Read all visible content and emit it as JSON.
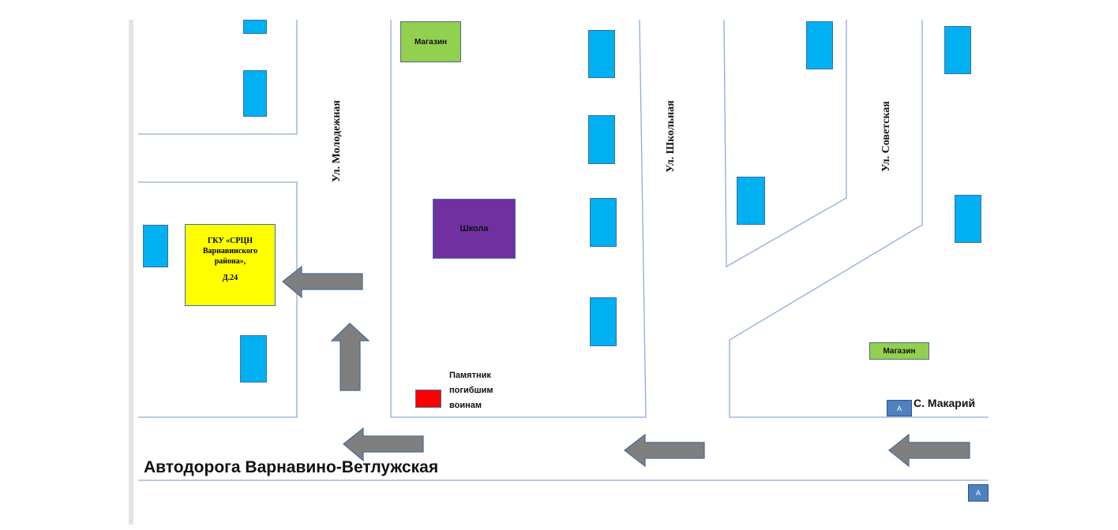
{
  "map": {
    "road_title": "Автодорога Варнавино-Ветлужская",
    "streets": {
      "molodezhnaya": "Ул. Молодежная",
      "shkolnaya": "Ул. Школьная",
      "sovetskaya": "Ул. Советская"
    },
    "destination": {
      "line1": "ГКУ «СРЦН",
      "line2": "Варнавинского",
      "line3": "района»,",
      "line4": "Д.24"
    },
    "school": "Школа",
    "shop_top": "Магазин",
    "shop_right": "Магазин",
    "monument": {
      "line1": "Памятник",
      "line2": "погибшим",
      "line3": "воинам"
    },
    "bus_stop_label": "С. Макарий",
    "bus_stop_icon": "А",
    "bus_stop_icon_bottom": "А"
  },
  "colors": {
    "destination": "#ffff00",
    "school": "#7030a0",
    "house": "#00b0f0",
    "shop": "#92d050",
    "monument": "#ff0000",
    "arrow": "#7f7f7f",
    "bus_stop": "#4f81bd",
    "road_line": "#8eaadb"
  }
}
